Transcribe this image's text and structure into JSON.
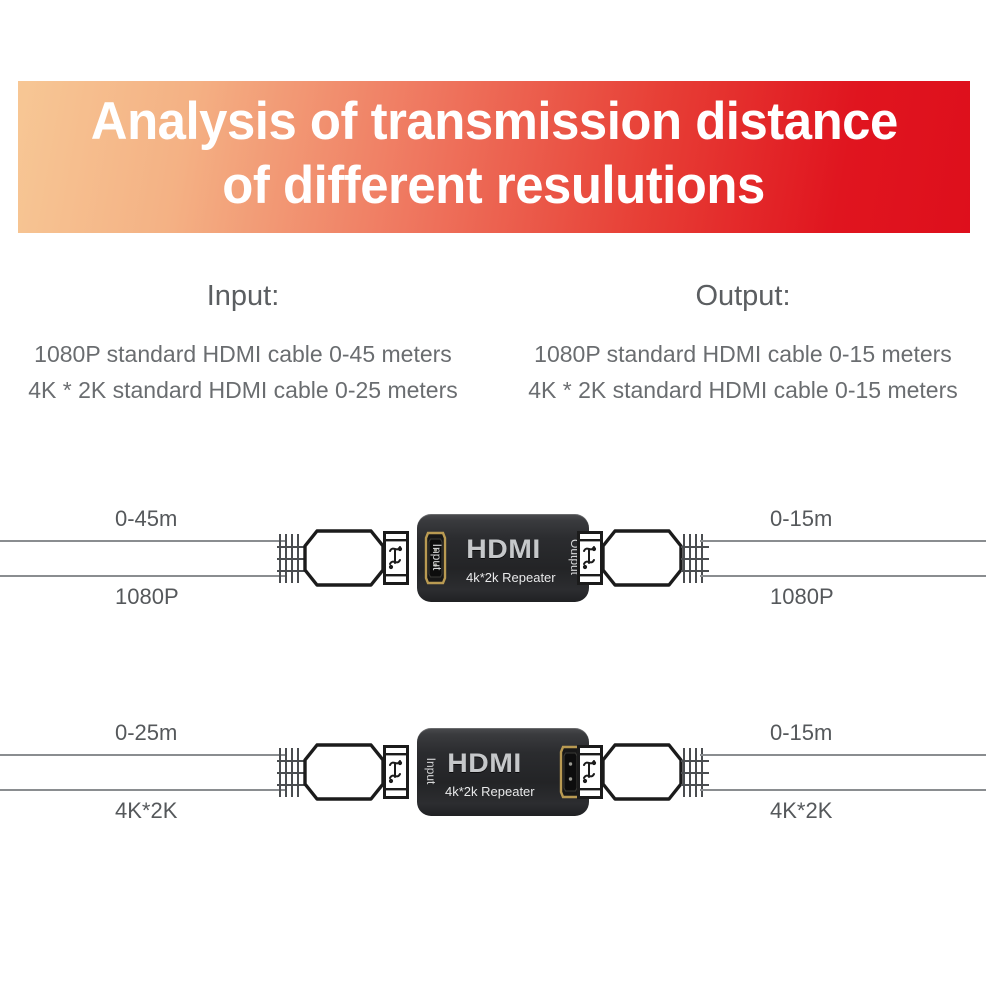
{
  "banner": {
    "line1": "Analysis of transmission distance",
    "line2": "of different resulutions",
    "gradient_start": "#F7C795",
    "gradient_end": "#DE0F1C",
    "text_color": "#FFFFFF"
  },
  "specs": {
    "input": {
      "heading": "Input:",
      "lines": [
        "1080P standard HDMI cable 0-45 meters",
        "4K * 2K standard HDMI cable 0-25 meters"
      ]
    },
    "output": {
      "heading": "Output:",
      "lines": [
        "1080P standard HDMI cable 0-15 meters",
        "4K * 2K standard HDMI cable 0-15 meters"
      ]
    }
  },
  "device": {
    "brand": "HDMI",
    "model": "4k*2k Repeater",
    "input_label": "Input",
    "output_label": "Output",
    "body_color": "#2B2C2F",
    "brand_color": "#C6C8CA",
    "port_color": "#B99A52"
  },
  "diagrams": [
    {
      "name": "1080p-row",
      "left": {
        "distance": "0-45m",
        "resolution": "1080P"
      },
      "right": {
        "distance": "0-15m",
        "resolution": "1080P"
      },
      "port_side": "left"
    },
    {
      "name": "4k2k-row",
      "left": {
        "distance": "0-25m",
        "resolution": "4K*2K"
      },
      "right": {
        "distance": "0-15m",
        "resolution": "4K*2K"
      },
      "port_side": "right"
    }
  ]
}
